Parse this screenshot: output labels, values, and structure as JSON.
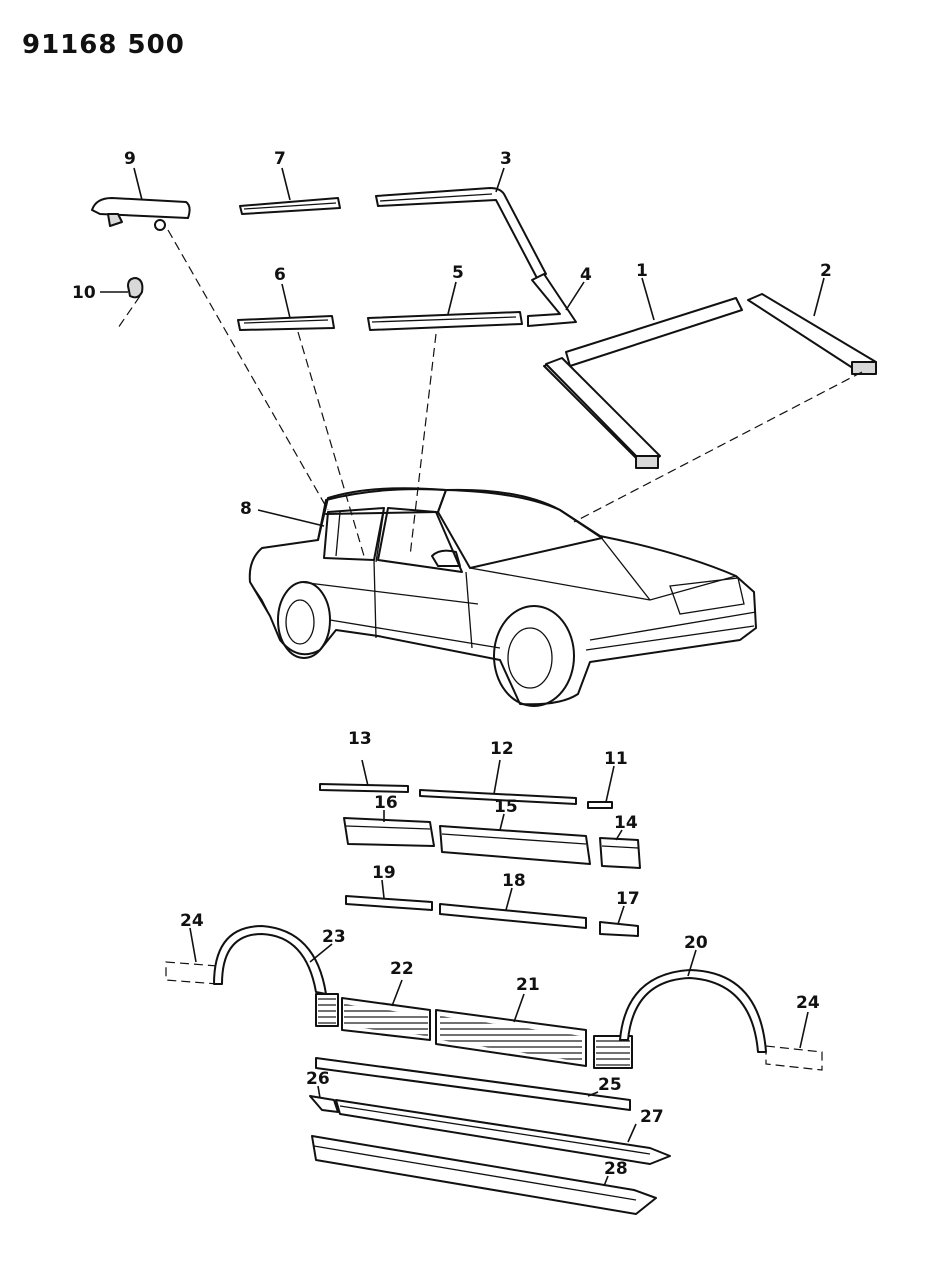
{
  "reference_number": "91168 500",
  "callouts": [
    {
      "id": "c1",
      "label": "1"
    },
    {
      "id": "c2",
      "label": "2"
    },
    {
      "id": "c3",
      "label": "3"
    },
    {
      "id": "c4",
      "label": "4"
    },
    {
      "id": "c5",
      "label": "5"
    },
    {
      "id": "c6",
      "label": "6"
    },
    {
      "id": "c7",
      "label": "7"
    },
    {
      "id": "c8",
      "label": "8"
    },
    {
      "id": "c9",
      "label": "9"
    },
    {
      "id": "c10",
      "label": "10"
    },
    {
      "id": "c11",
      "label": "11"
    },
    {
      "id": "c12",
      "label": "12"
    },
    {
      "id": "c13",
      "label": "13"
    },
    {
      "id": "c14",
      "label": "14"
    },
    {
      "id": "c15",
      "label": "15"
    },
    {
      "id": "c16",
      "label": "16"
    },
    {
      "id": "c17",
      "label": "17"
    },
    {
      "id": "c18",
      "label": "18"
    },
    {
      "id": "c19",
      "label": "19"
    },
    {
      "id": "c20",
      "label": "20"
    },
    {
      "id": "c21",
      "label": "21"
    },
    {
      "id": "c22",
      "label": "22"
    },
    {
      "id": "c23",
      "label": "23"
    },
    {
      "id": "c24a",
      "label": "24"
    },
    {
      "id": "c24b",
      "label": "24"
    },
    {
      "id": "c25",
      "label": "25"
    },
    {
      "id": "c26",
      "label": "26"
    },
    {
      "id": "c27",
      "label": "27"
    },
    {
      "id": "c28",
      "label": "28"
    }
  ]
}
